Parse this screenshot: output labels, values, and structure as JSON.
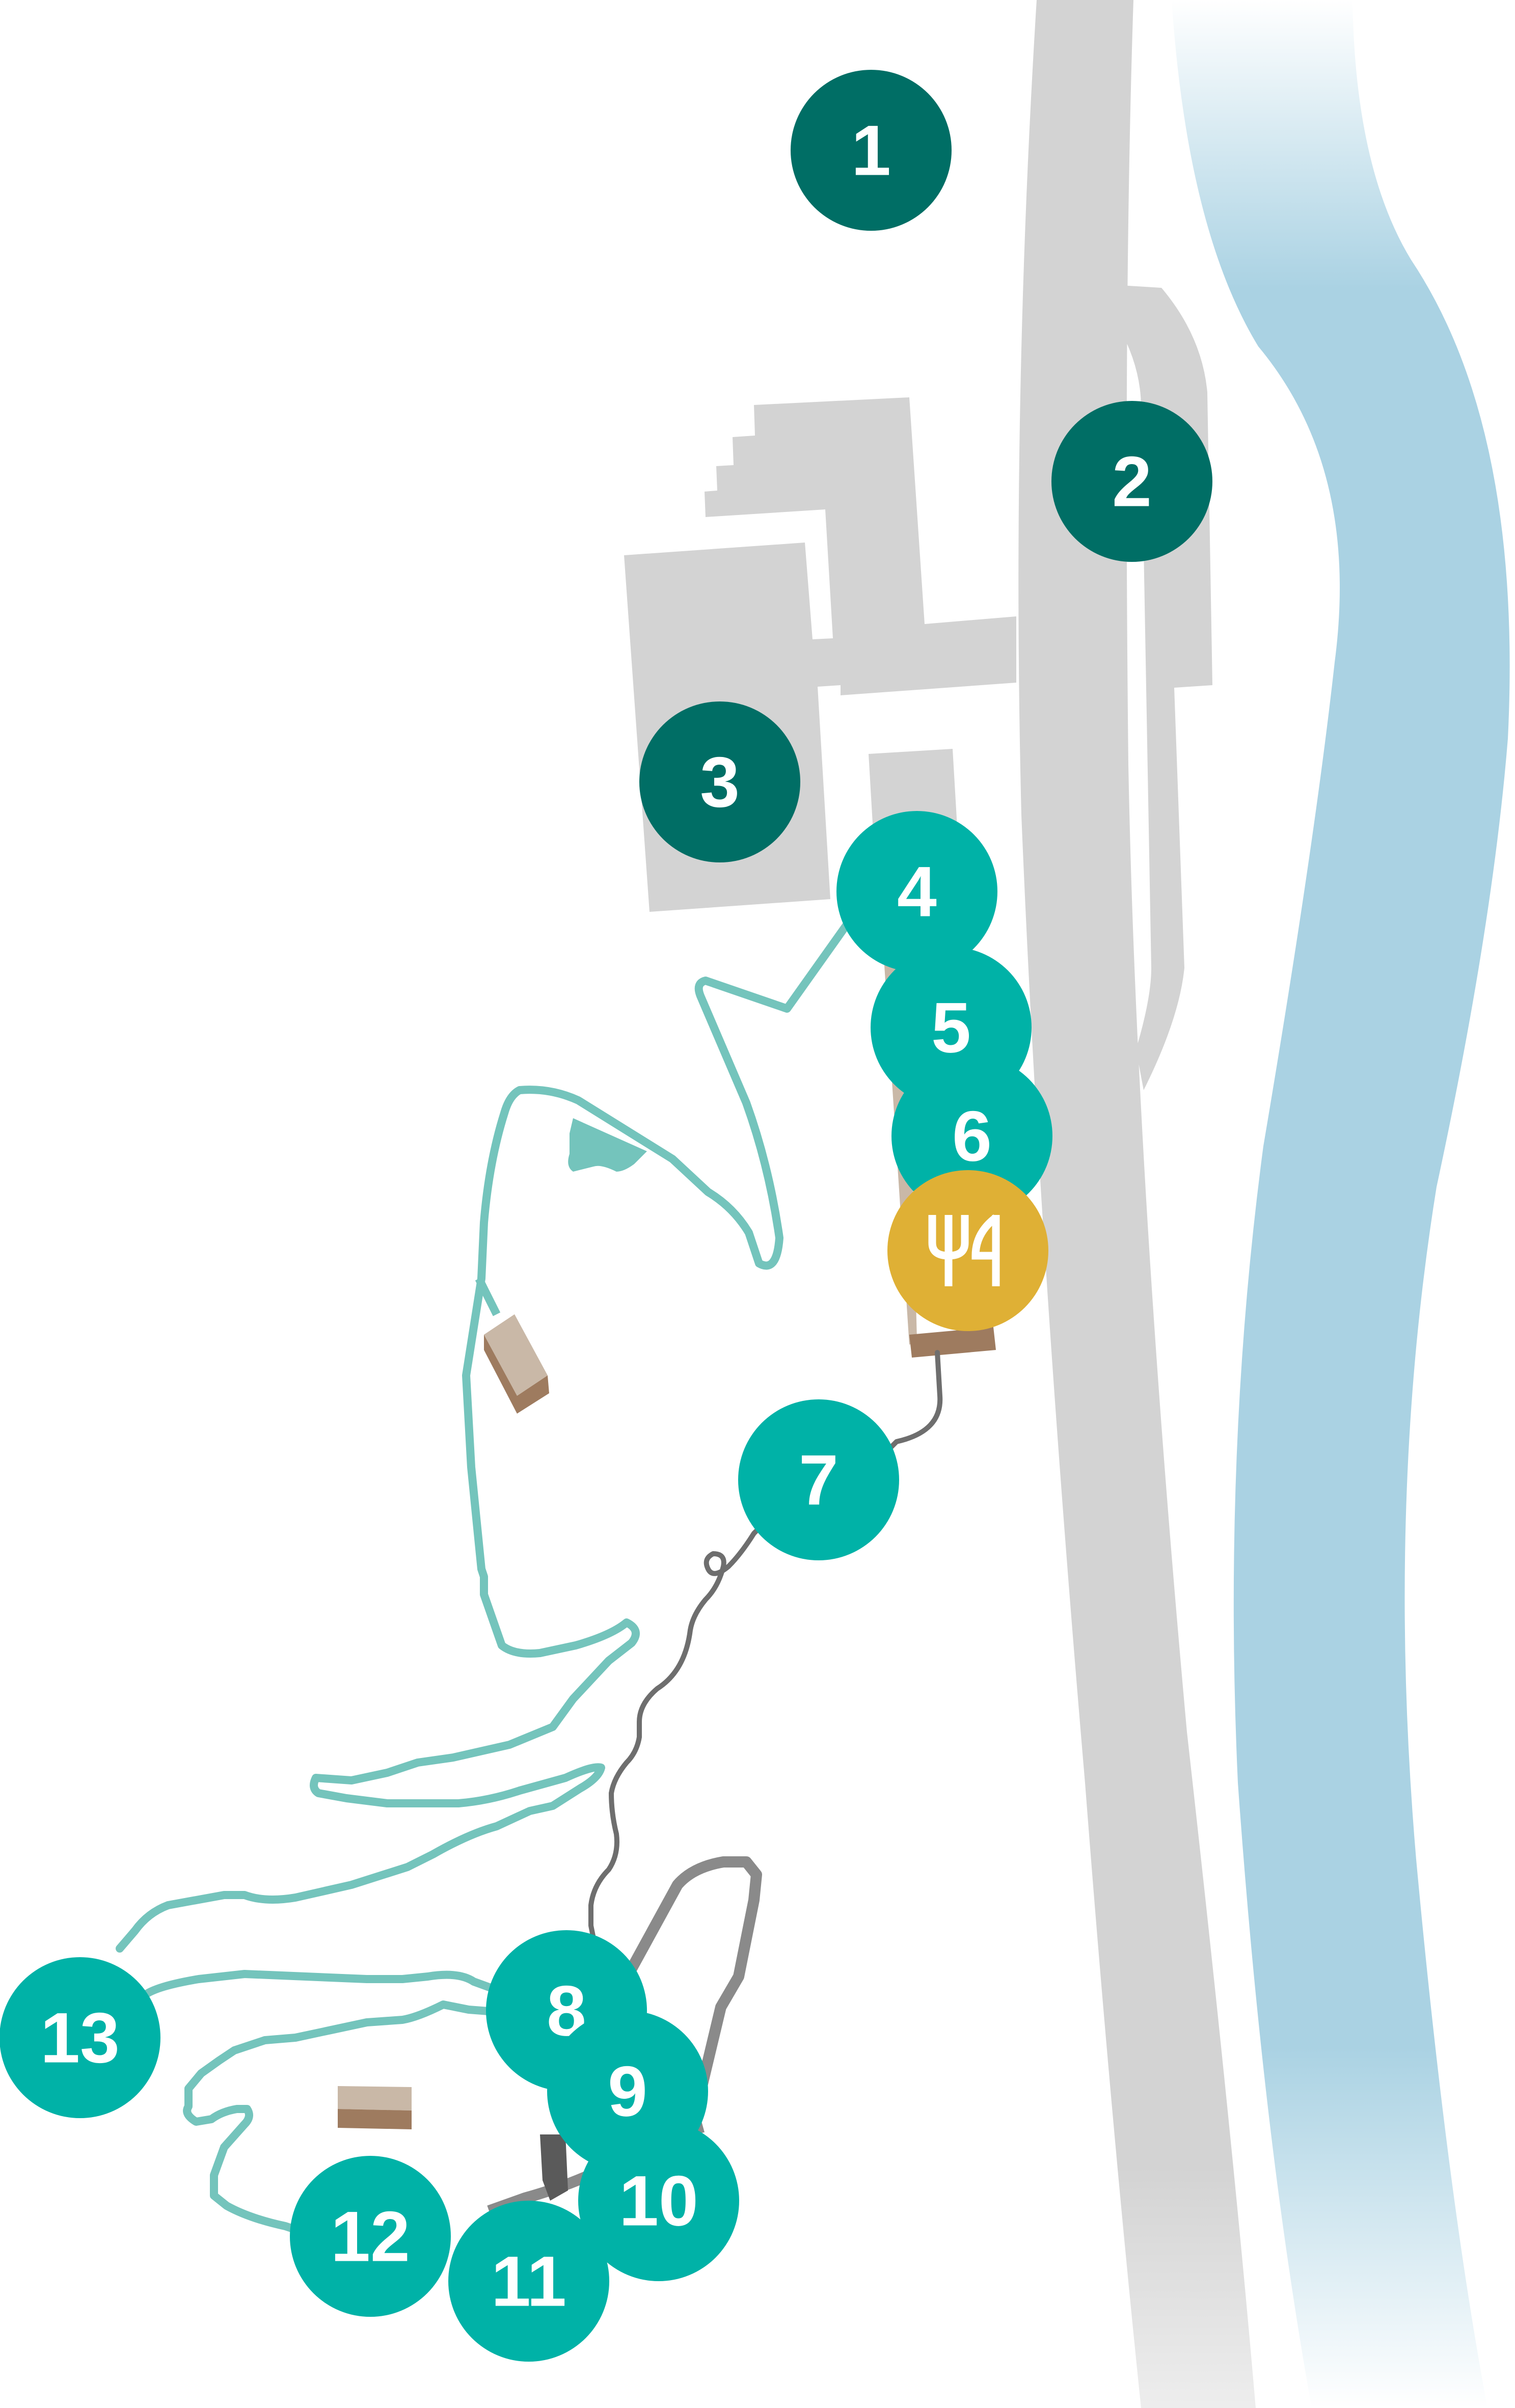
{
  "map": {
    "colors": {
      "background": "#ffffff",
      "road": "#d3d3d3",
      "river": "#aad2e3",
      "building": "#d3d3d3",
      "path_teal": "#74c4bc",
      "path_dark": "#6e6e6e",
      "marker_dark": "#006e65",
      "marker_teal": "#00b2a7",
      "marker_restaurant": "#dfb035",
      "hut_top": "#c9b8a7",
      "hut_side": "#9e7b5f"
    },
    "markers": [
      {
        "id": "1",
        "label": "1",
        "style": "dark"
      },
      {
        "id": "2",
        "label": "2",
        "style": "dark"
      },
      {
        "id": "3",
        "label": "3",
        "style": "dark"
      },
      {
        "id": "4",
        "label": "4",
        "style": "teal"
      },
      {
        "id": "5",
        "label": "5",
        "style": "teal"
      },
      {
        "id": "6",
        "label": "6",
        "style": "teal"
      },
      {
        "id": "restaurant",
        "label": "",
        "style": "restaurant",
        "icon": "fork-knife-icon"
      },
      {
        "id": "7",
        "label": "7",
        "style": "teal"
      },
      {
        "id": "8",
        "label": "8",
        "style": "teal"
      },
      {
        "id": "9",
        "label": "9",
        "style": "teal"
      },
      {
        "id": "10",
        "label": "10",
        "style": "teal"
      },
      {
        "id": "11",
        "label": "11",
        "style": "teal"
      },
      {
        "id": "12",
        "label": "12",
        "style": "teal"
      },
      {
        "id": "13",
        "label": "13",
        "style": "teal"
      }
    ]
  }
}
